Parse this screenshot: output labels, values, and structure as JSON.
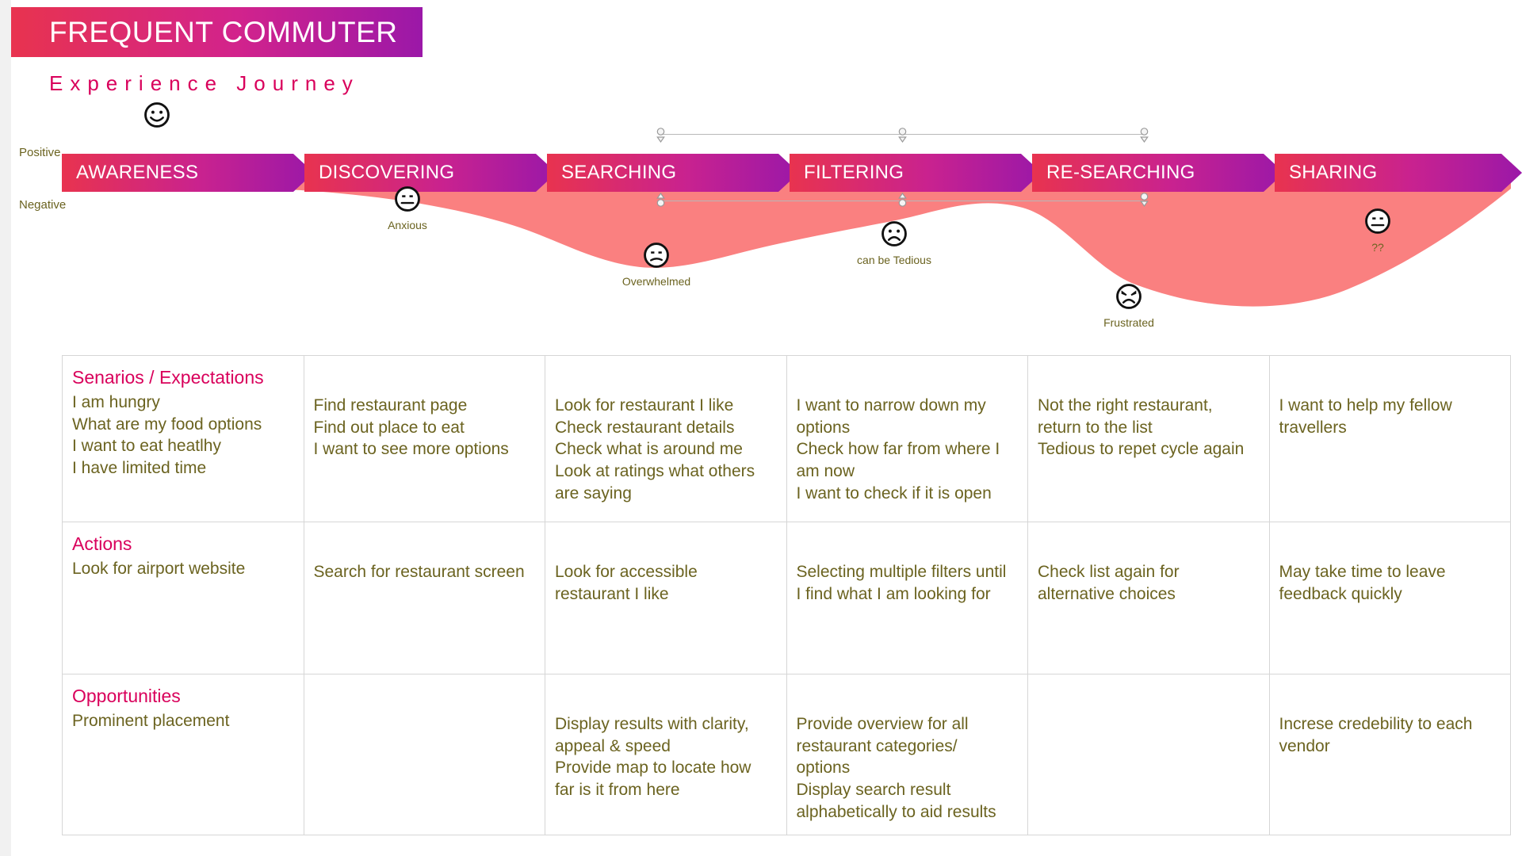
{
  "header": {
    "title": "FREQUENT COMMUTER",
    "subtitle": "Experience  Journey"
  },
  "axis": {
    "positive": "Positive",
    "negative": "Negative"
  },
  "stages": [
    {
      "label": "AWARENESS"
    },
    {
      "label": "DISCOVERING"
    },
    {
      "label": "SEARCHING"
    },
    {
      "label": "FILTERING"
    },
    {
      "label": "RE-SEARCHING"
    },
    {
      "label": "SHARING"
    }
  ],
  "emotions": [
    {
      "label": "",
      "face": "happy-face-icon",
      "mood": "happy"
    },
    {
      "label": "Anxious",
      "face": "neutral-face-icon",
      "mood": "neutral"
    },
    {
      "label": "Overwhelmed",
      "face": "slight-frown-face-icon",
      "mood": "slight-frown"
    },
    {
      "label": "can be Tedious",
      "face": "sad-face-icon",
      "mood": "sad"
    },
    {
      "label": "Frustrated",
      "face": "angry-face-icon",
      "mood": "angry"
    },
    {
      "label": "??",
      "face": "neutral-face-icon",
      "mood": "neutral"
    }
  ],
  "table": {
    "rows": [
      {
        "title": "Senarios / Expectations",
        "cells": [
          [
            "I am hungry",
            "What are my food options",
            "I want to eat heatlhy",
            "I have limited time"
          ],
          [
            "Find restaurant page",
            "Find out place to eat",
            "I want to see more options"
          ],
          [
            "Look for restaurant I like",
            "Check restaurant details",
            "Check what is around me",
            "Look at ratings what others are saying"
          ],
          [
            "I want to narrow down my options",
            "Check how far from where I am now",
            "I want to check if it is open"
          ],
          [
            "Not the right restaurant, return to the list",
            "Tedious to repet cycle again"
          ],
          [
            "I want to help my fellow travellers"
          ]
        ]
      },
      {
        "title": "Actions",
        "cells": [
          [
            "Look for airport website"
          ],
          [
            "Search for restaurant screen"
          ],
          [
            "Look for accessible restaurant I like"
          ],
          [
            "Selecting multiple filters until I find what I am looking for"
          ],
          [
            "Check list again for alternative choices"
          ],
          [
            "May take time to leave feedback quickly"
          ]
        ]
      },
      {
        "title": "Opportunities",
        "cells": [
          [
            "Prominent placement"
          ],
          [],
          [
            "Display results with clarity, appeal & speed",
            "Provide map to locate how far is it from here"
          ],
          [
            "Provide overview for all restaurant  categories/ options",
            "Display search result alphabetically to aid results"
          ],
          [],
          [
            "Increse credebility to each vendor"
          ]
        ]
      }
    ]
  },
  "colors": {
    "accent_pink": "#d9005b",
    "gradient_start": "#e8334f",
    "gradient_end": "#9b18a8",
    "curve_fill": "#fa8080",
    "body_text": "#6b6320"
  }
}
